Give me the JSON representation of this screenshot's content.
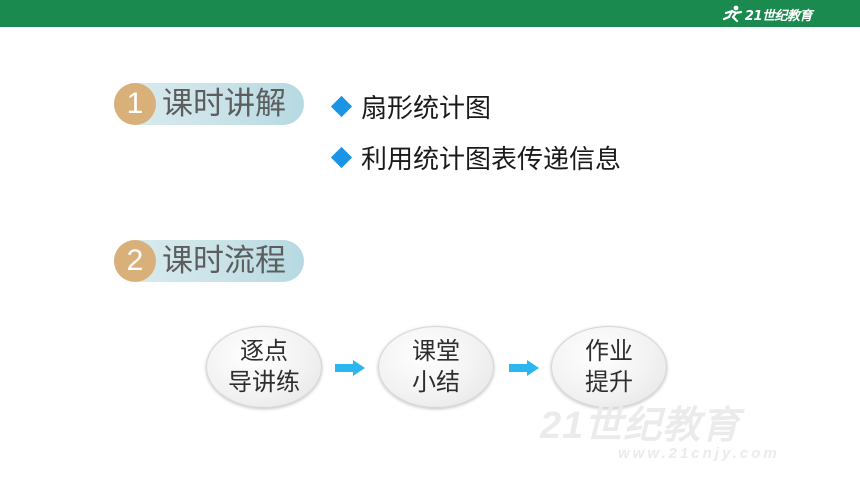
{
  "header": {
    "logo_text": "21世纪教育",
    "color": "#1a8a4e"
  },
  "sections": [
    {
      "number": "1",
      "label": "课时讲解"
    },
    {
      "number": "2",
      "label": "课时流程"
    }
  ],
  "lesson_points": [
    "扇形统计图",
    "利用统计图表传递信息"
  ],
  "flow_steps": [
    {
      "line1": "逐点",
      "line2": "导讲练"
    },
    {
      "line1": "课堂",
      "line2": "小结"
    },
    {
      "line1": "作业",
      "line2": "提升"
    }
  ],
  "watermark": {
    "main": "21世纪教育",
    "url": "www.21cnjy.com"
  },
  "colors": {
    "accent_blue": "#1c94e6",
    "number_circle": "#d9b07a",
    "arrow": "#2cb6ee"
  }
}
